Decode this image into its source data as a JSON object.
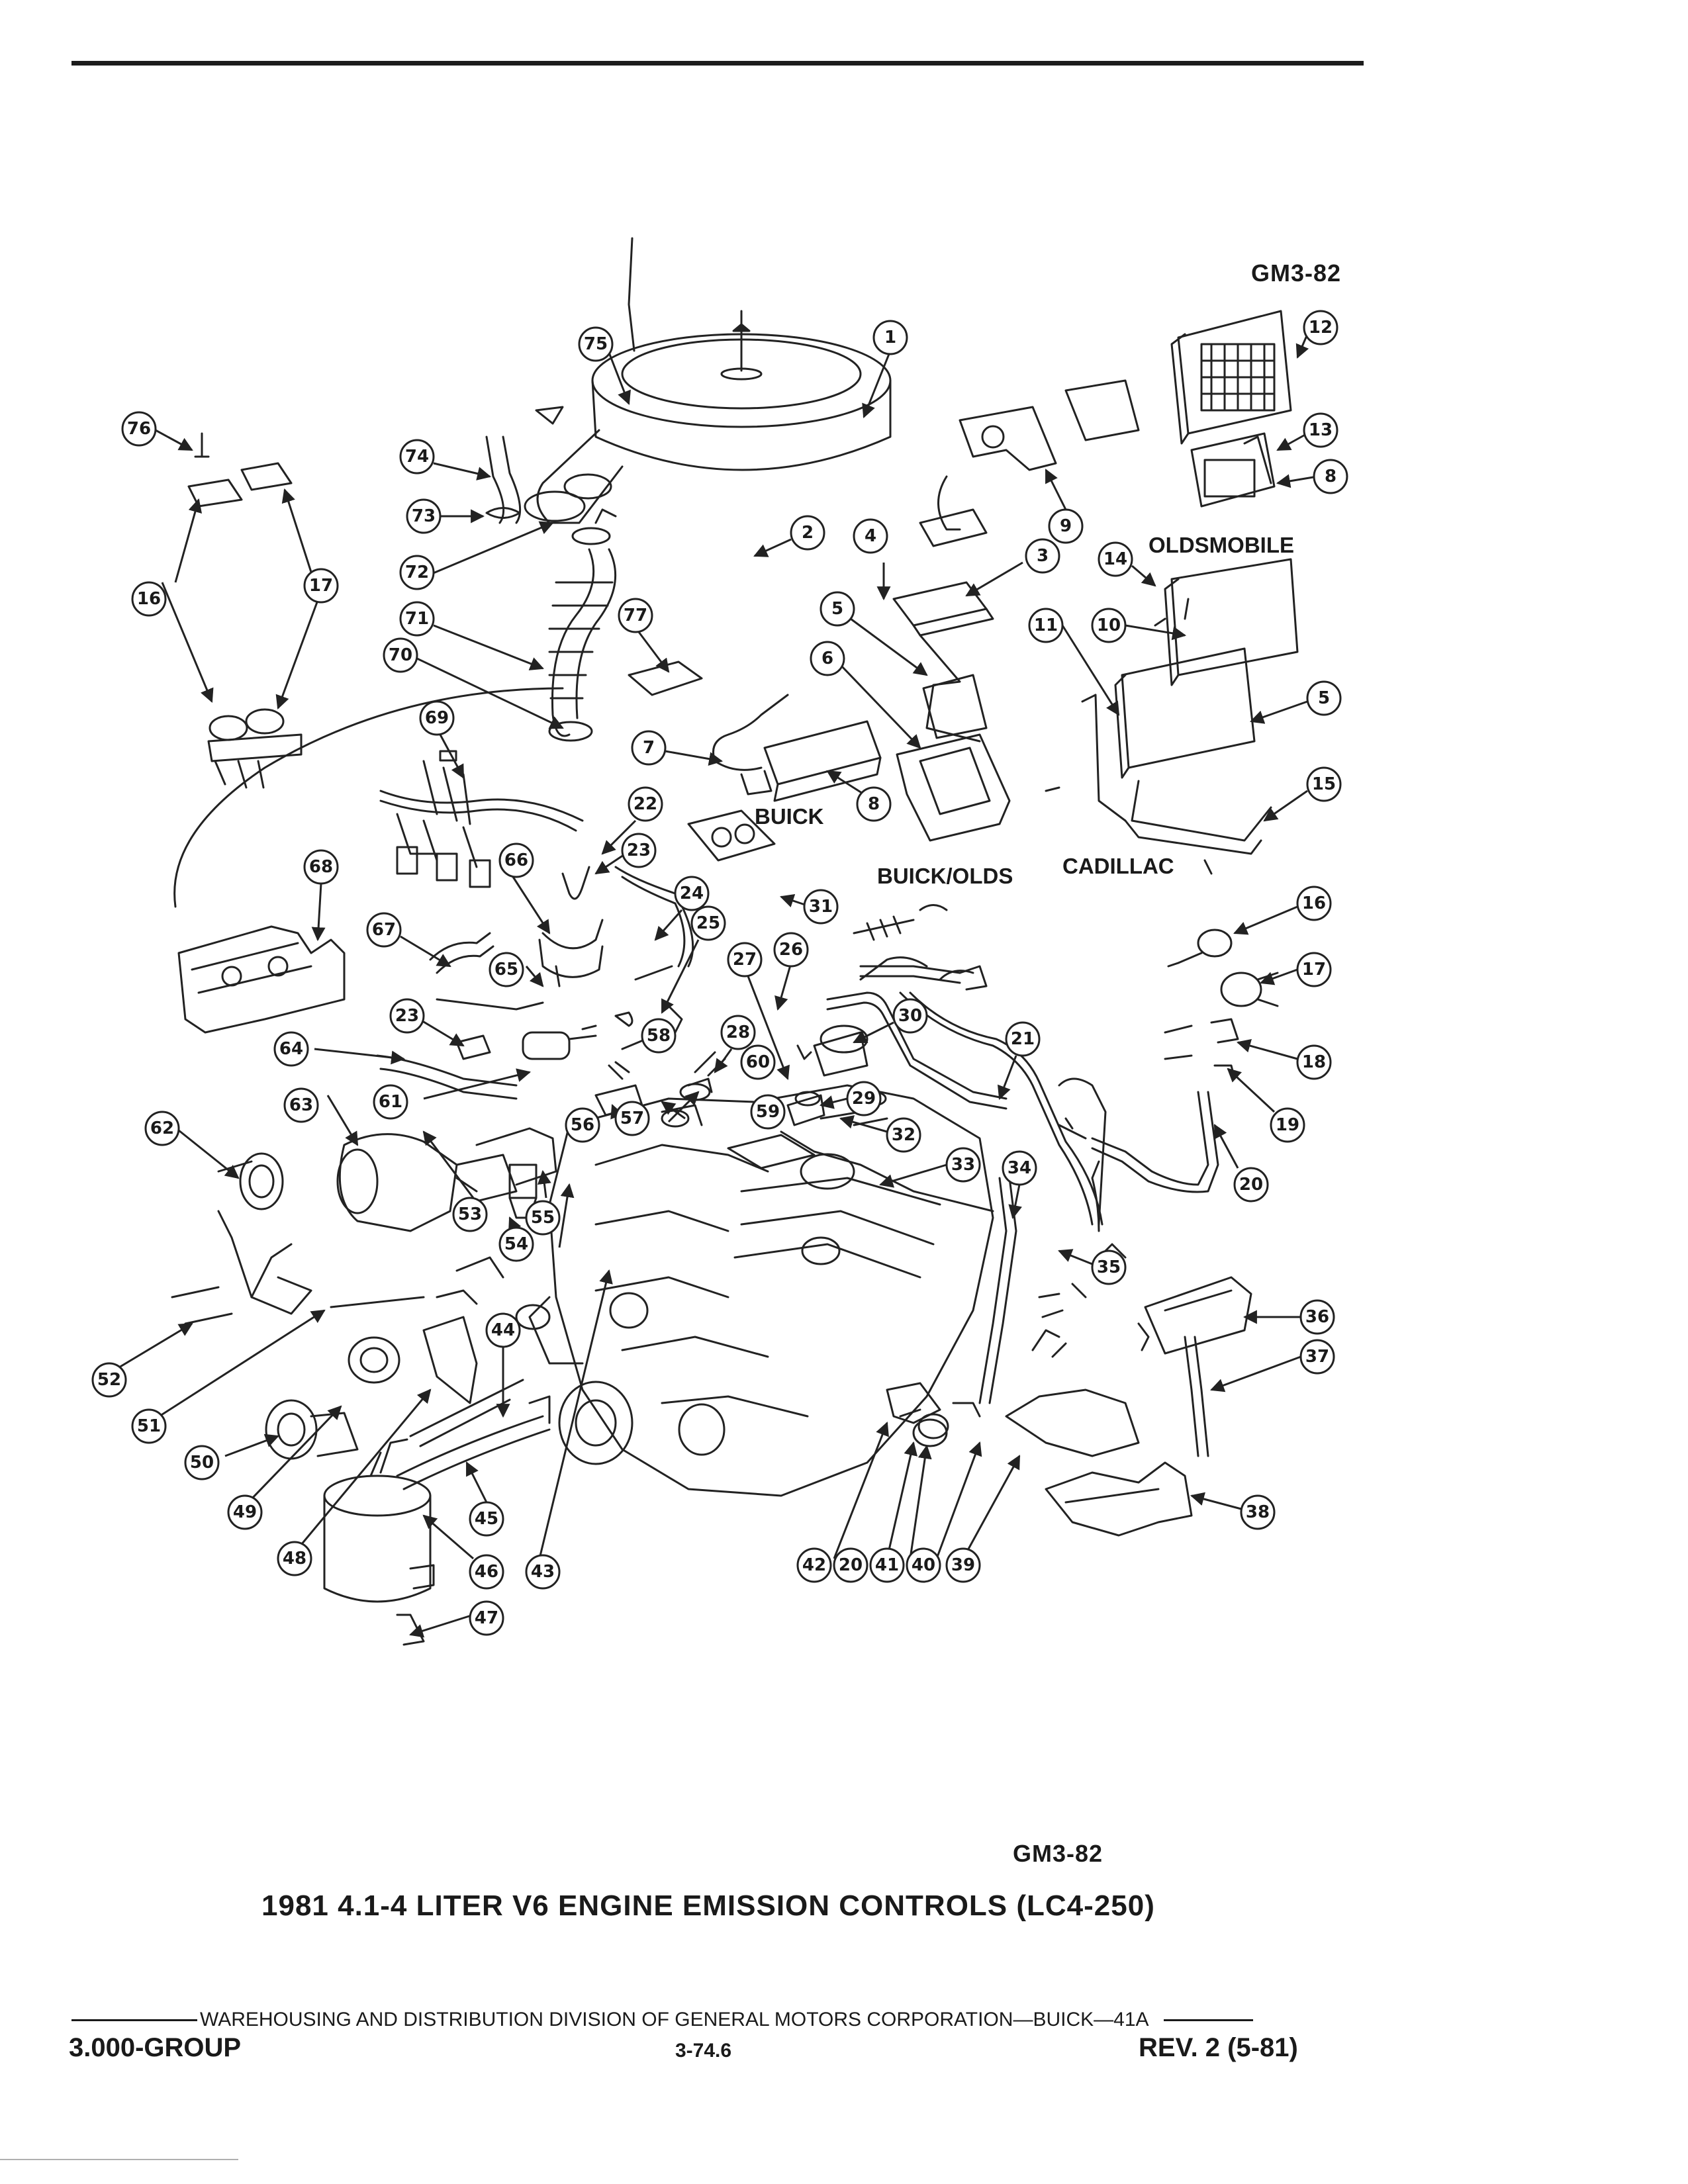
{
  "figure": {
    "code_top": "GM3-82",
    "code_bottom": "GM3-82",
    "caption": "1981 4.1-4 LITER V6 ENGINE EMISSION CONTROLS (LC4-250)"
  },
  "group_labels": {
    "buick": "BUICK",
    "buick_olds": "BUICK/OLDS",
    "oldsmobile": "OLDSMOBILE",
    "cadillac": "CADILLAC"
  },
  "callouts": [
    "1",
    "2",
    "3",
    "4",
    "5",
    "6",
    "7",
    "8",
    "9",
    "10",
    "11",
    "12",
    "13",
    "8",
    "14",
    "5",
    "15",
    "16",
    "17",
    "18",
    "19",
    "20",
    "21",
    "22",
    "23",
    "24",
    "25",
    "26",
    "27",
    "28",
    "29",
    "30",
    "31",
    "32",
    "33",
    "34",
    "35",
    "36",
    "37",
    "38",
    "39",
    "40",
    "41",
    "20",
    "42",
    "43",
    "44",
    "45",
    "46",
    "47",
    "48",
    "49",
    "50",
    "51",
    "52",
    "53",
    "54",
    "55",
    "56",
    "57",
    "58",
    "59",
    "60",
    "61",
    "62",
    "63",
    "64",
    "23",
    "65",
    "66",
    "67",
    "68",
    "69",
    "70",
    "71",
    "72",
    "73",
    "74",
    "75",
    "76",
    "16",
    "17",
    "77"
  ],
  "footer": {
    "line": "WAREHOUSING AND DISTRIBUTION  DIVISION OF GENERAL MOTORS CORPORATION—BUICK—41A",
    "group": "3.000-GROUP",
    "page": "3-74.6",
    "rev": "REV. 2 (5-81)"
  }
}
